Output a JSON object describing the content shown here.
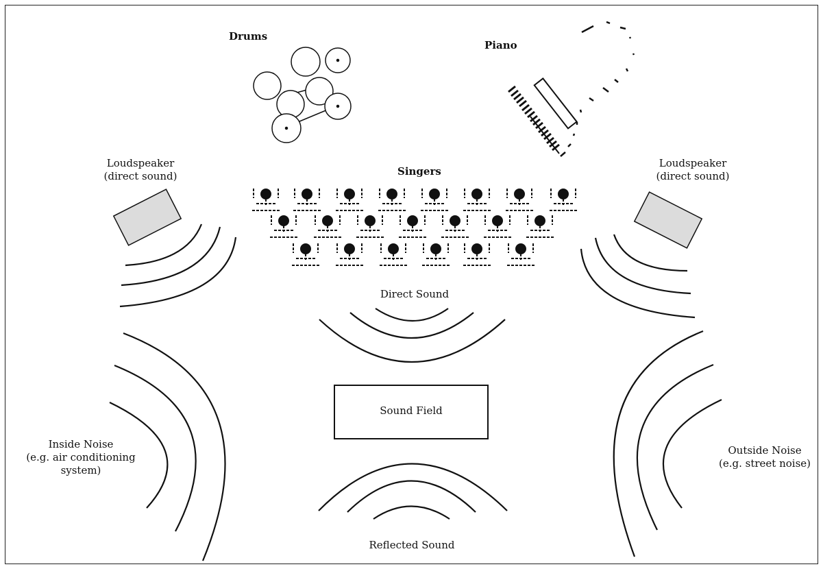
{
  "labels": {
    "drums": "Drums",
    "piano": "Piano",
    "singers": "Singers",
    "loudspeaker_left": "Loudspeaker",
    "loudspeaker_left_sub": "(direct sound)",
    "loudspeaker_right": "Loudspeaker",
    "loudspeaker_right_sub": "(direct sound)",
    "direct_sound": "Direct Sound",
    "sound_field": "Sound Field",
    "inside_noise_1": "Inside Noise",
    "inside_noise_2": "(e.g. air conditioning",
    "inside_noise_3": "system)",
    "outside_noise_1": "Outside Noise",
    "outside_noise_2": "(e.g. street noise)",
    "reflected_sound": "Reflected Sound"
  },
  "colors": {
    "line": "#111111",
    "speaker_fill": "#dcdcdc"
  }
}
